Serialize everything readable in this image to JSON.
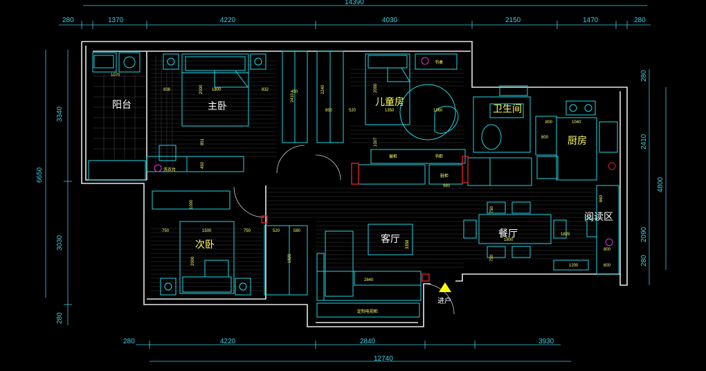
{
  "dimensions": {
    "top_total": "14390",
    "top": [
      "280",
      "1370",
      "4220",
      "4030",
      "2150",
      "1470",
      "280"
    ],
    "bottom": [
      "280",
      "4220",
      "2840",
      "3930"
    ],
    "bottom_total": "12740",
    "left": [
      "3340",
      "6650",
      "3030",
      "280"
    ],
    "right": [
      "280",
      "2410",
      "4800",
      "2090",
      "280"
    ]
  },
  "rooms": {
    "balcony": "阳台",
    "master_bedroom": "主卧",
    "kids_room": "儿童房",
    "bathroom": "卫生间",
    "kitchen": "厨房",
    "second_bedroom": "次卧",
    "living_room": "客厅",
    "dining_room": "餐厅",
    "reading_area": "阅读区",
    "entrance": "进户"
  },
  "inner_labels": {
    "balcony_w": "1070",
    "master_l": "838",
    "master_bed": "1800",
    "master_r": "832",
    "master_h": "2000",
    "wardrobe1": "450",
    "wardrobe2": "2410",
    "wardrobe3": "2240",
    "kids_l": "850",
    "kids_m": "520",
    "kids_bed": "1350",
    "kids_r": "1360",
    "kids_h": "2000",
    "desk_label": "书桌",
    "laundry": "洗衣台",
    "shelf": "展柜",
    "bookshelf": "书柜",
    "shoe": "鞋柜",
    "dim_1007": "1007",
    "dim_980": "980",
    "dim_851": "851",
    "dim_450": "450",
    "dim_800a": "800",
    "dim_800b": "800",
    "dim_1040": "1040",
    "sec_l": "750",
    "sec_bed": "1500",
    "sec_r": "750",
    "sec_h": "2000",
    "sec_1000": "1000",
    "sec_520": "520",
    "sec_580": "580",
    "sec_1820": "1820",
    "sofa": "2840",
    "tv": "3358",
    "tv_cab": "定制电视柜",
    "dining_w": "1800",
    "dining_750a": "750",
    "dining_750b": "750",
    "reading_1825": "1825",
    "reading_1200": "1200",
    "reading_800": "800",
    "reading_600": "600",
    "reading_660": "660"
  }
}
